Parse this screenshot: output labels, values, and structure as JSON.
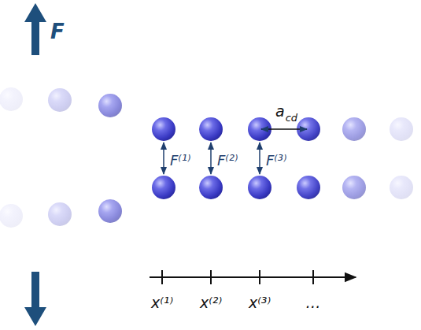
{
  "diagram": {
    "labels": [
      "F",
      "F⁽¹⁾",
      "F⁽²⁾",
      "F⁽³⁾",
      "a",
      "cd",
      "x⁽¹⁾",
      "x⁽²⁾",
      "x⁽³⁾",
      "…"
    ]
  }
}
